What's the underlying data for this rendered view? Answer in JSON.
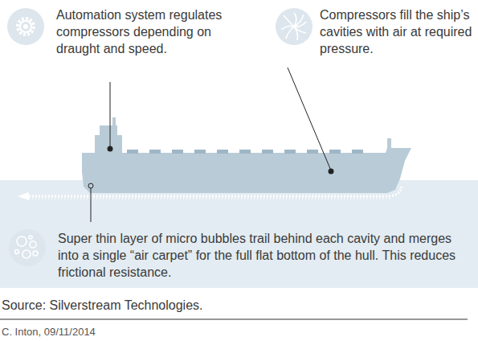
{
  "diagram": {
    "labels": [
      "Automation system regulates compressors depending on draught and speed.",
      "Compressors fill the ship’s cavities with air at required pressure.",
      "Super thin layer of micro bubbles trail behind each cavity and merges into a single “air carpet” for the full flat bottom of the hull. This reduces frictional resistance.",
      "Source: Silverstream Technologies.",
      "C. Inton, 09/11/2014"
    ]
  }
}
